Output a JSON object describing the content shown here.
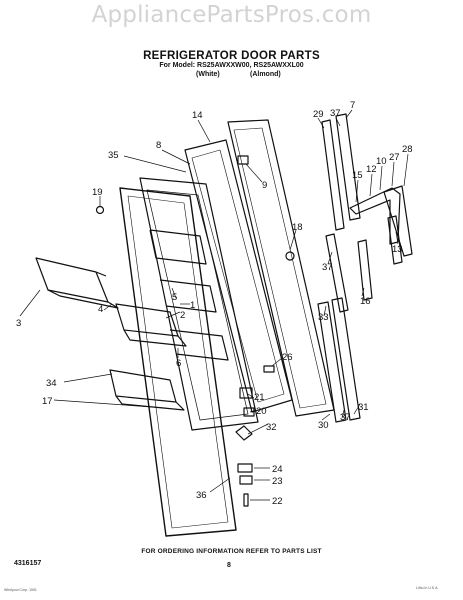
{
  "watermark": "AppliancePartsPros.com",
  "title": "REFRIGERATOR DOOR PARTS",
  "subtitle": "For Model: RS25AWXXW00, RS25AWXXL00",
  "variant_white": "(White)",
  "variant_almond": "(Almond)",
  "footer_note": "FOR ORDERING INFORMATION REFER TO PARTS LIST",
  "page_number": "8",
  "part_number": "4316157",
  "bottom_left_tiny": "Whirlpool Corp. 1991",
  "bottom_right_tiny": "Litho in U.S.A.",
  "callouts": [
    "14",
    "35",
    "8",
    "9",
    "19",
    "29",
    "37",
    "7",
    "15",
    "12",
    "10",
    "27",
    "28",
    "13",
    "18",
    "37",
    "16",
    "33",
    "1",
    "2",
    "3",
    "4",
    "5",
    "6",
    "26",
    "34",
    "17",
    "21",
    "20",
    "32",
    "30",
    "37",
    "31",
    "24",
    "23",
    "36",
    "22"
  ]
}
